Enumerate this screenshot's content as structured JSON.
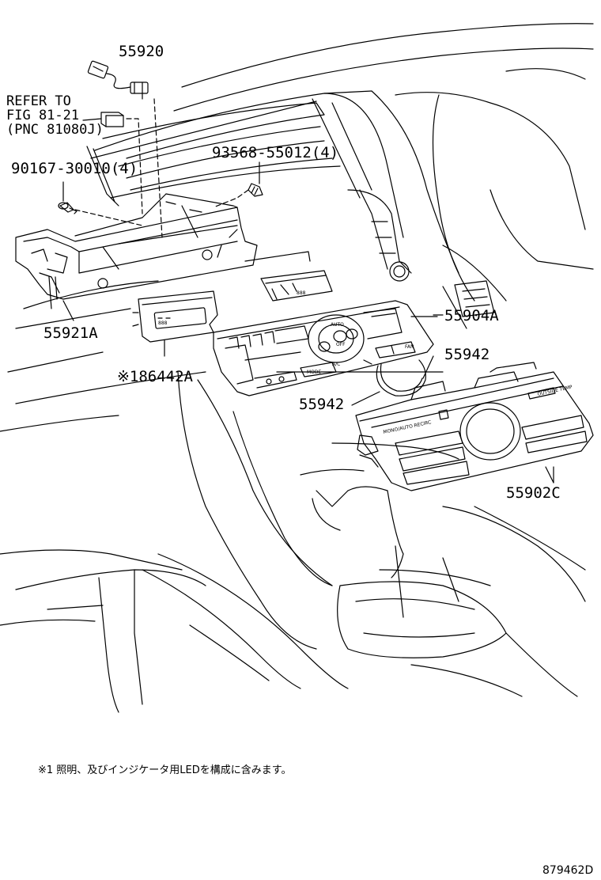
{
  "callouts": {
    "p55920": "55920",
    "refer_line1": "REFER TO",
    "refer_line2": "FIG 81-21",
    "refer_line3": "(PNC 81080J)",
    "p93568": "93568-55012(4)",
    "p90167": "90167-30010(4)",
    "p55904A": "55904A",
    "p55942_right": "55942",
    "p55942_center": "55942",
    "p55921A": "55921A",
    "p86442A": "※186442A",
    "p55902C": "55902C"
  },
  "control_panel_text": {
    "auto": "AUTO",
    "off": "OFF",
    "ac": "A/C",
    "mode": "MODE",
    "fan": "FAN",
    "display_digits": "888",
    "panel_face_text": "MONO/AUTO RECIRC",
    "outside_temp": "OUTSIDE TEMP"
  },
  "footnote": "※1 照明、及びインジケータ用LEDを構成に含みます。",
  "figure_id": "879462D",
  "colors": {
    "line": "#000000",
    "background": "#ffffff"
  }
}
